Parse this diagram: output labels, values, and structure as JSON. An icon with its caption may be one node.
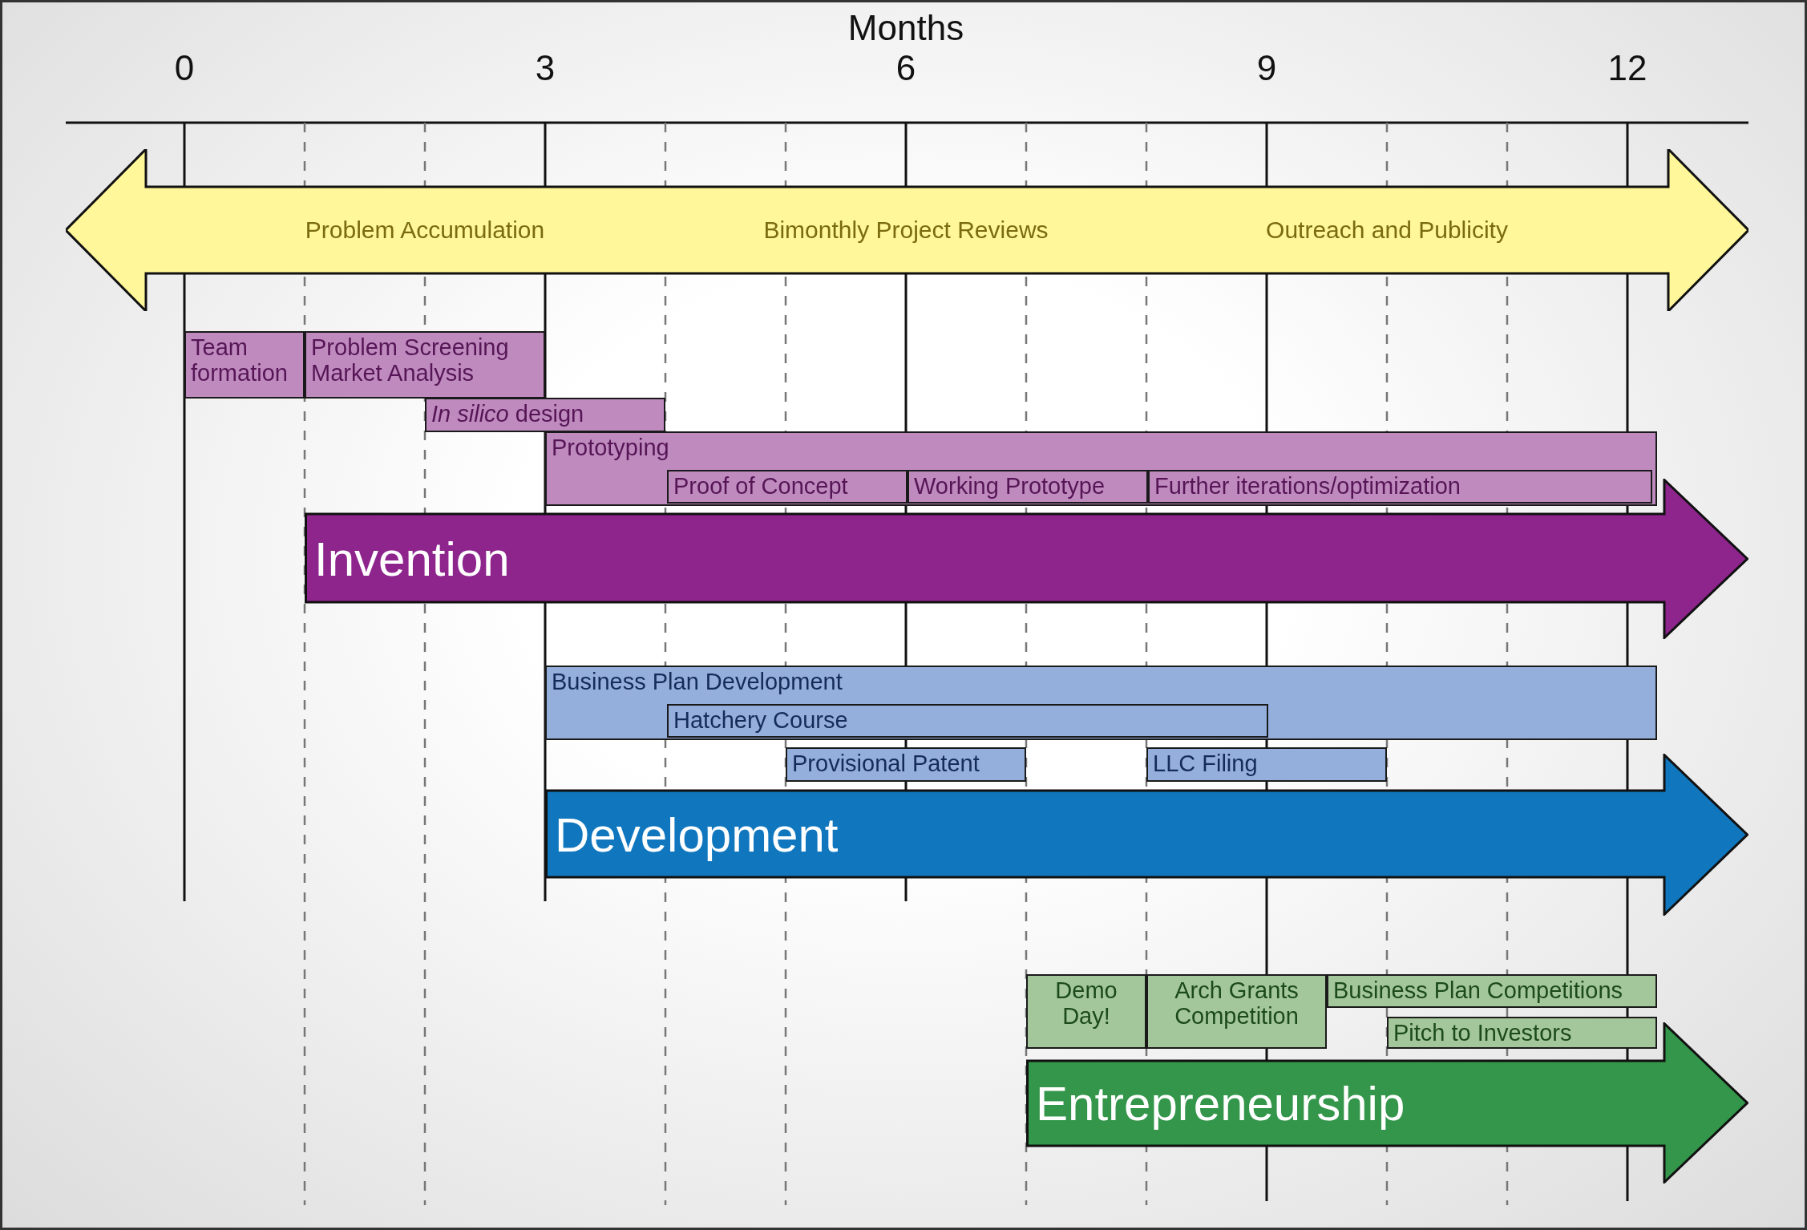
{
  "diagram": {
    "nodes": [
      {
        "text": [
          "Problem Accumulation",
          "Bimonthly Project Reviews",
          "Outreach and Publicity"
        ]
      },
      {
        "text": [
          "Team formation"
        ]
      },
      {
        "text": [
          "Problem Screening",
          "Market Analysis"
        ]
      },
      {
        "text": [
          "*In silico* design"
        ]
      },
      {
        "text": [
          "Prototyping"
        ]
      },
      {
        "text": [
          "Proof of Concept"
        ],
        "in": 4
      },
      {
        "text": [
          "Working Prototype"
        ],
        "in": 4
      },
      {
        "text": [
          "Further iterations/optimization"
        ],
        "in": 4
      },
      {
        "text": [
          "Invention"
        ]
      },
      {
        "text": [
          "Business Plan Development"
        ]
      },
      {
        "text": [
          "Hatchery Course"
        ],
        "in": 9
      },
      {
        "text": [
          "Provisional Patent"
        ]
      },
      {
        "text": [
          "LLC Filing"
        ]
      },
      {
        "text": [
          "Development"
        ]
      },
      {
        "text": [
          "Demo Day!"
        ]
      },
      {
        "text": [
          "Arch Grants Competition"
        ]
      },
      {
        "text": [
          "Business Plan Competitions"
        ]
      },
      {
        "text": [
          "Pitch to Investors"
        ]
      },
      {
        "text": [
          "Entrepreneurship"
        ]
      }
    ],
    "labels": [
      "Months",
      "0",
      "3",
      "6",
      "9",
      "12"
    ]
  }
}
